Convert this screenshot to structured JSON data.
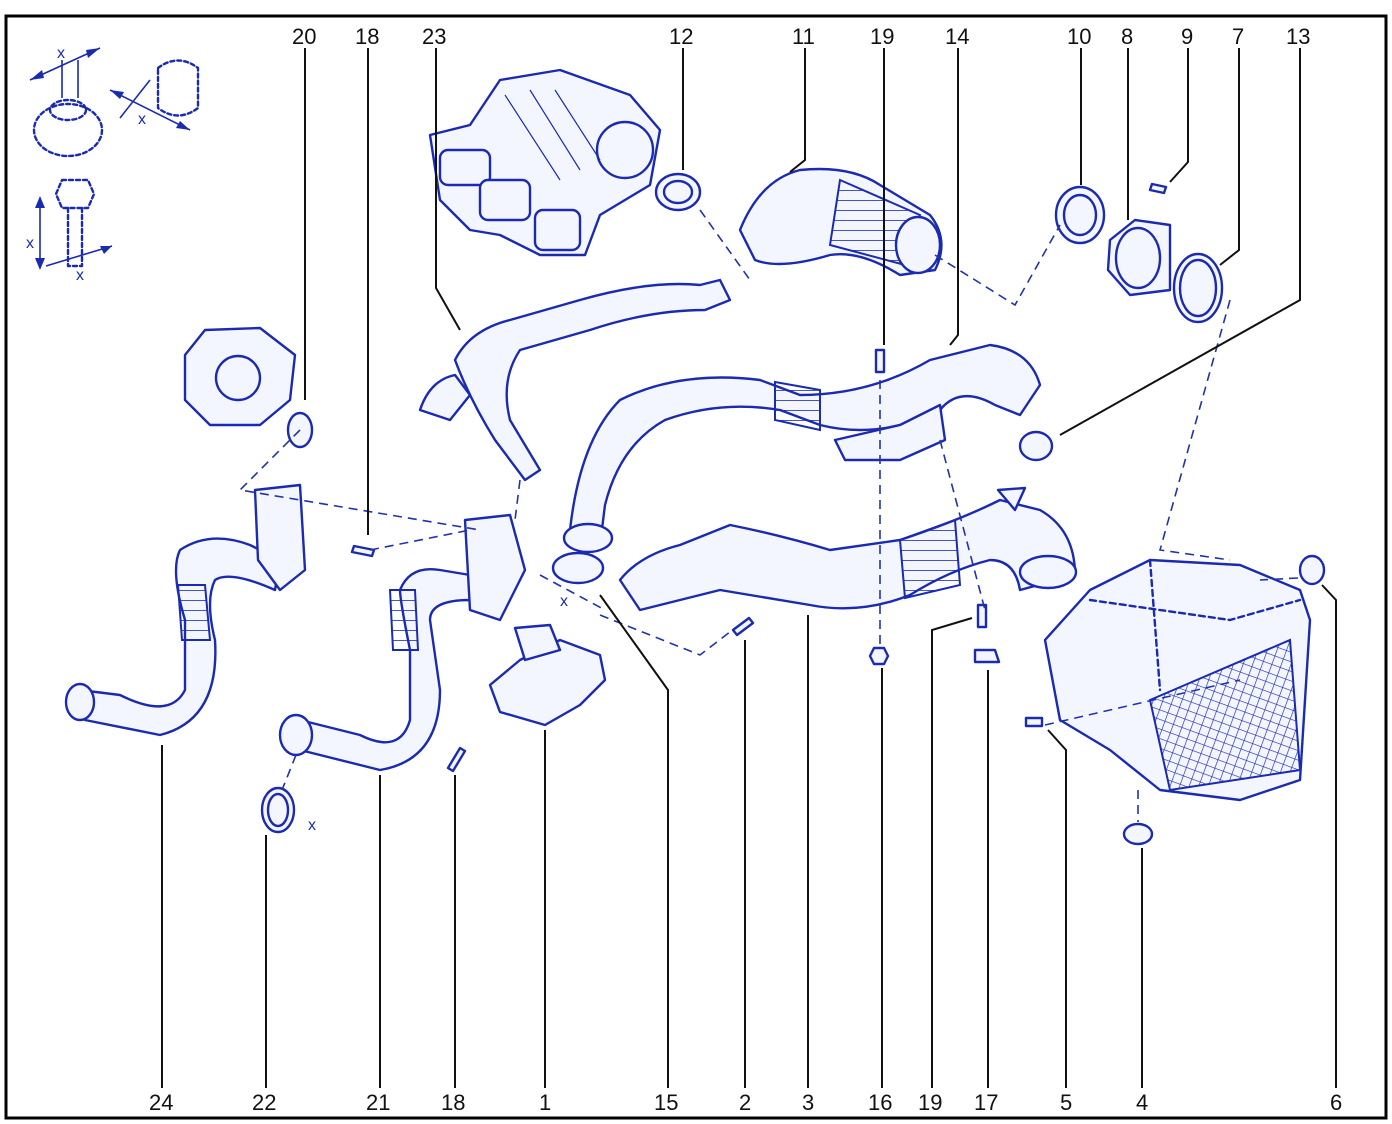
{
  "callouts_top": [
    "20",
    "18",
    "23",
    "12",
    "11",
    "19",
    "14",
    "10",
    "8",
    "9",
    "7",
    "13"
  ],
  "callouts_bottom": [
    "24",
    "22",
    "21",
    "18",
    "1",
    "15",
    "2",
    "3",
    "16",
    "19",
    "17",
    "5",
    "4",
    "6"
  ],
  "dimension_mark": "x",
  "colors": {
    "line": "#1a2bb0",
    "frame": "#000000",
    "text": "#111111"
  }
}
